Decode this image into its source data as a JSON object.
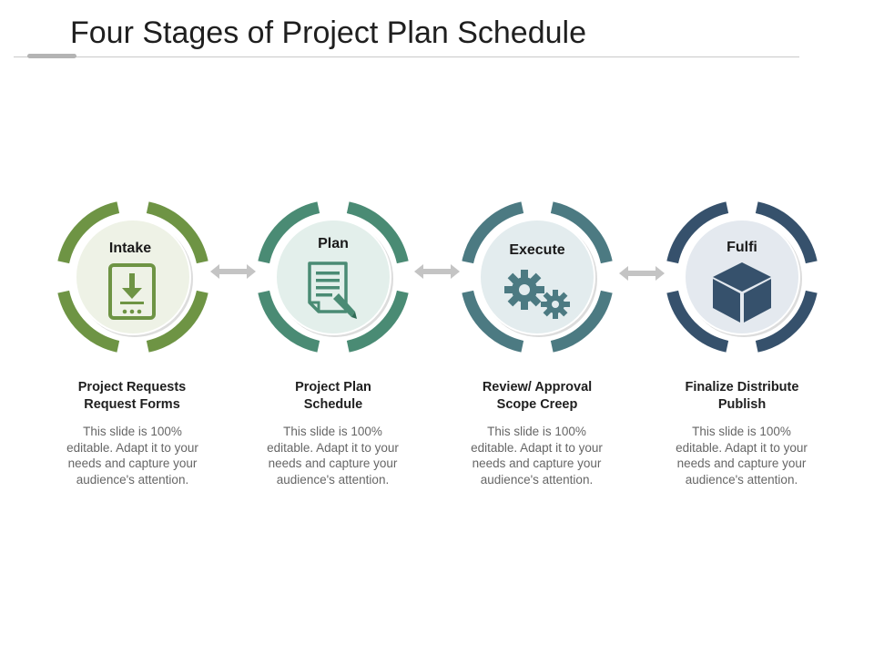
{
  "slide": {
    "title": "Four Stages of Project Plan Schedule"
  },
  "colors": {
    "stage1": "#6e9444",
    "stage2": "#4a8b74",
    "stage3": "#4c7a82",
    "stage4": "#36516c",
    "connector": "#c4c4c4"
  },
  "stages": [
    {
      "label": "Intake",
      "icon": "tablet-download-icon",
      "heading_line1": "Project Requests",
      "heading_line2": "Request Forms",
      "desc_line1": "This slide is 100%",
      "desc_line2": "editable. Adapt it to your",
      "desc_line3": "needs and capture your",
      "desc_line4": "audience's attention."
    },
    {
      "label": "Plan",
      "icon": "document-pencil-icon",
      "heading_line1": "Project Plan",
      "heading_line2": "Schedule",
      "desc_line1": "This slide is 100%",
      "desc_line2": "editable. Adapt it to your",
      "desc_line3": "needs and capture your",
      "desc_line4": "audience's attention."
    },
    {
      "label": "Execute",
      "icon": "gears-icon",
      "heading_line1": "Review/ Approval",
      "heading_line2": "Scope Creep",
      "desc_line1": "This slide is 100%",
      "desc_line2": "editable. Adapt it to your",
      "desc_line3": "needs and capture your",
      "desc_line4": "audience's attention."
    },
    {
      "label": "Fulfi",
      "icon": "cube-icon",
      "heading_line1": "Finalize Distribute",
      "heading_line2": "Publish",
      "desc_line1": "This slide is 100%",
      "desc_line2": "editable. Adapt it to your",
      "desc_line3": "needs and capture your",
      "desc_line4": "audience's attention."
    }
  ]
}
